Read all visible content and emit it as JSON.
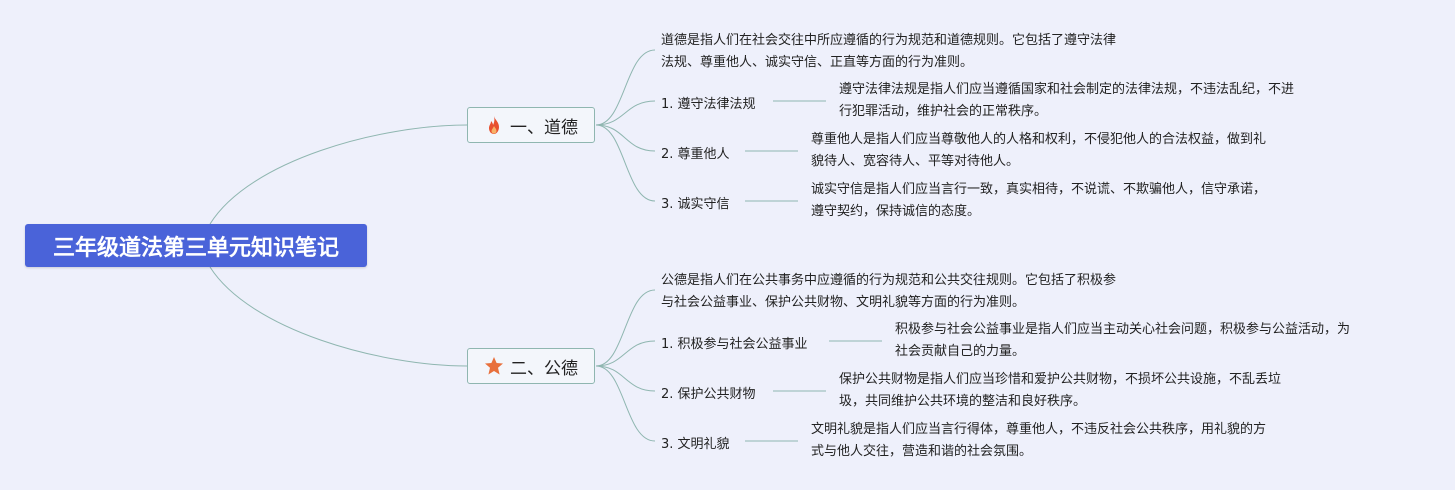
{
  "root": {
    "title": "三年级道法第三单元知识笔记"
  },
  "branches": [
    {
      "title": "一、道德",
      "icon": "fire-icon",
      "summary": [
        "道德是指人们在社会交往中所应遵循的行为规范和道德规则。它包括了遵守法律",
        "法规、尊重他人、诚实守信、正直等方面的行为准则。"
      ],
      "items": [
        {
          "label": "1. 遵守法律法规",
          "desc": [
            "遵守法律法规是指人们应当遵循国家和社会制定的法律法规，不违法乱纪，不进",
            "行犯罪活动，维护社会的正常秩序。"
          ]
        },
        {
          "label": "2. 尊重他人",
          "desc": [
            "尊重他人是指人们应当尊敬他人的人格和权利，不侵犯他人的合法权益，做到礼",
            "貌待人、宽容待人、平等对待他人。"
          ]
        },
        {
          "label": "3. 诚实守信",
          "desc": [
            "诚实守信是指人们应当言行一致，真实相待，不说谎、不欺骗他人，信守承诺，",
            "遵守契约，保持诚信的态度。"
          ]
        }
      ]
    },
    {
      "title": "二、公德",
      "icon": "star-icon",
      "summary": [
        "公德是指人们在公共事务中应遵循的行为规范和公共交往规则。它包括了积极参",
        "与社会公益事业、保护公共财物、文明礼貌等方面的行为准则。"
      ],
      "items": [
        {
          "label": "1. 积极参与社会公益事业",
          "desc": [
            "积极参与社会公益事业是指人们应当主动关心社会问题，积极参与公益活动，为",
            "社会贡献自己的力量。"
          ]
        },
        {
          "label": "2. 保护公共财物",
          "desc": [
            "保护公共财物是指人们应当珍惜和爱护公共财物，不损坏公共设施，不乱丢垃",
            "圾，共同维护公共环境的整洁和良好秩序。"
          ]
        },
        {
          "label": "3. 文明礼貌",
          "desc": [
            "文明礼貌是指人们应当言行得体，尊重他人，不违反社会公共秩序，用礼貌的方",
            "式与他人交往，营造和谐的社会氛围。"
          ]
        }
      ]
    }
  ],
  "colors": {
    "root_bg": "#4a63d9",
    "line": "#8fb6b0",
    "fire": "#e8502f",
    "star": "#e8703c"
  }
}
